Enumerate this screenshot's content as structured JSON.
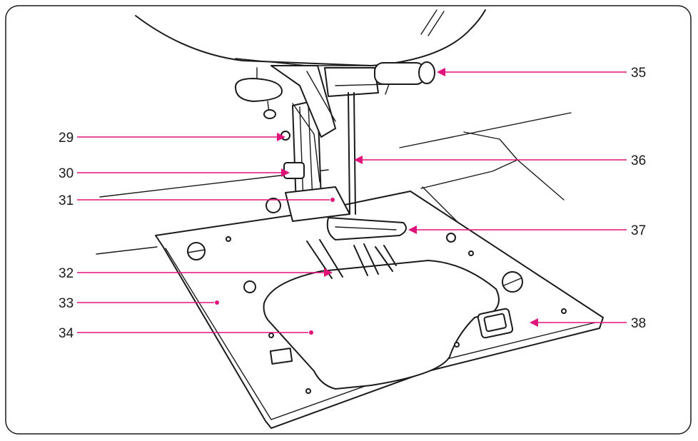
{
  "diagram": {
    "accent_color": "#e0137b",
    "callouts": [
      {
        "id": "29",
        "label": "29",
        "side": "left"
      },
      {
        "id": "30",
        "label": "30",
        "side": "left"
      },
      {
        "id": "31",
        "label": "31",
        "side": "left"
      },
      {
        "id": "32",
        "label": "32",
        "side": "left"
      },
      {
        "id": "33",
        "label": "33",
        "side": "left"
      },
      {
        "id": "34",
        "label": "34",
        "side": "left"
      },
      {
        "id": "35",
        "label": "35",
        "side": "right"
      },
      {
        "id": "36",
        "label": "36",
        "side": "right"
      },
      {
        "id": "37",
        "label": "37",
        "side": "right"
      },
      {
        "id": "38",
        "label": "38",
        "side": "right"
      }
    ]
  }
}
